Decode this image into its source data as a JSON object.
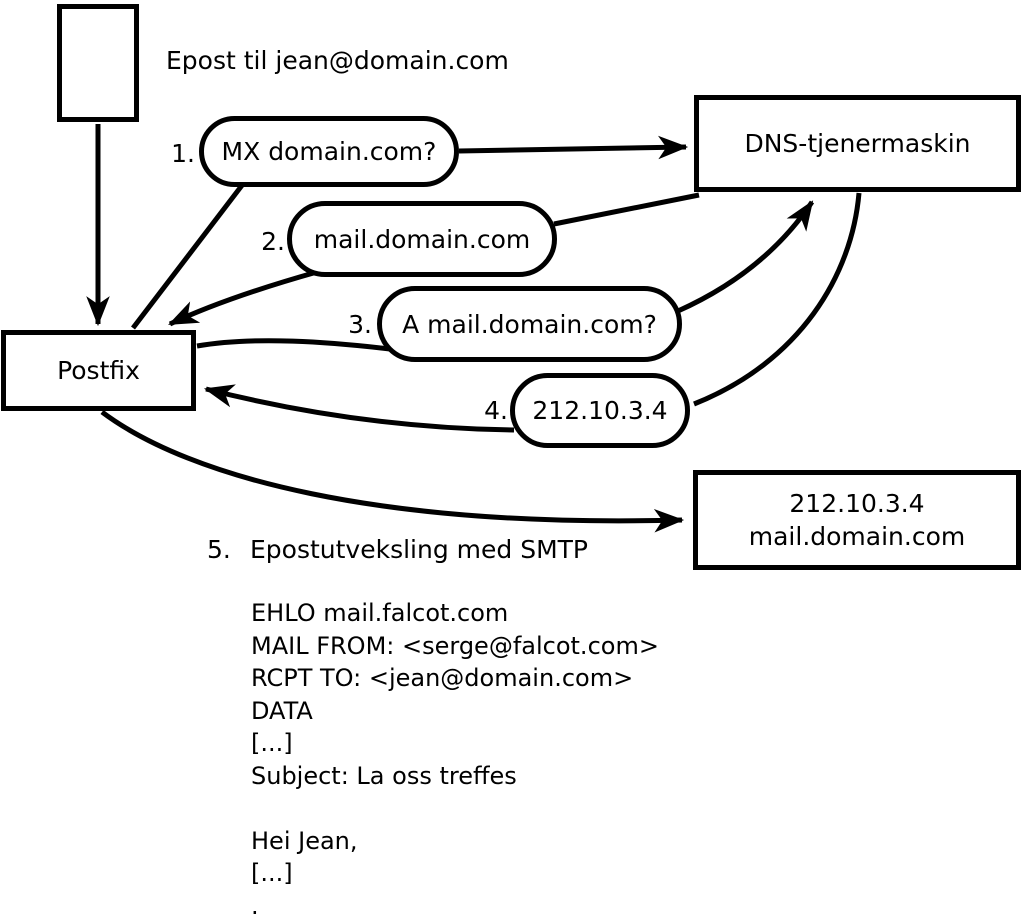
{
  "title": "Epost til jean@domain.com",
  "nodes": {
    "letter": "",
    "postfix": "Postfix",
    "dns": "DNS-tjenermaskin",
    "mailserver_line1": "212.10.3.4",
    "mailserver_line2": "mail.domain.com"
  },
  "steps": [
    {
      "num": "1.",
      "label": "MX domain.com?"
    },
    {
      "num": "2.",
      "label": "mail.domain.com"
    },
    {
      "num": "3.",
      "label": "A mail.domain.com?"
    },
    {
      "num": "4.",
      "label": "212.10.3.4"
    },
    {
      "num": "5.",
      "label": "Epostutveksling med SMTP"
    }
  ],
  "smtp": {
    "lines": [
      "EHLO mail.falcot.com",
      "MAIL FROM: <serge@falcot.com>",
      "RCPT TO: <jean@domain.com>",
      "DATA",
      "[...]",
      "Subject: La oss treffes",
      "",
      "Hei Jean,",
      "[...]",
      "."
    ]
  },
  "colors": {
    "stroke": "#000000",
    "background": "#ffffff"
  }
}
